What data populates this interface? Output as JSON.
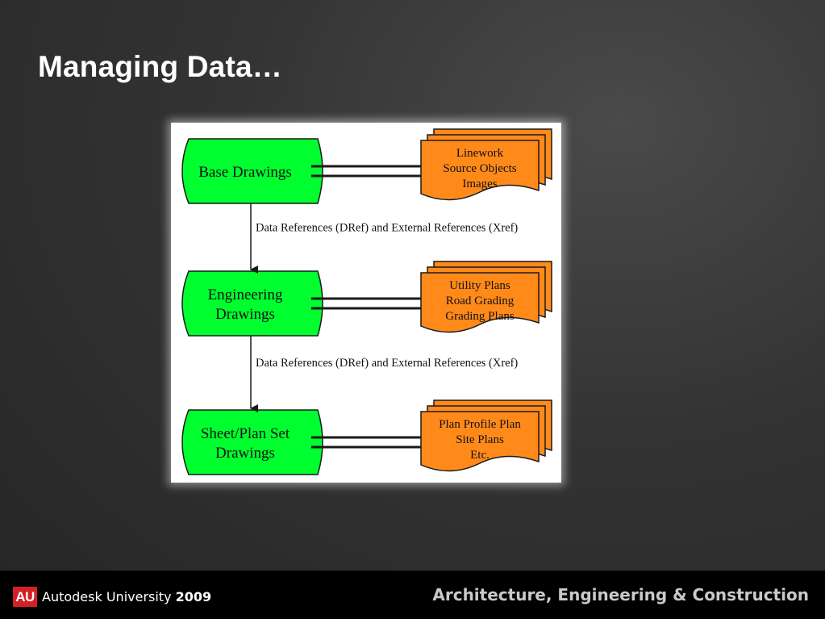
{
  "slide": {
    "title": "Managing Data…"
  },
  "diagram": {
    "stages": [
      {
        "lines": [
          "Base Drawings"
        ],
        "outputs": [
          "Linework",
          "Source Objects",
          "Images"
        ]
      },
      {
        "lines": [
          "Engineering",
          "Drawings"
        ],
        "outputs": [
          "Utility Plans",
          "Road Grading",
          "Grading Plans"
        ]
      },
      {
        "lines": [
          "Sheet/Plan Set",
          "Drawings"
        ],
        "outputs": [
          "Plan Profile Plan",
          "Site Plans",
          "Etc."
        ]
      }
    ],
    "connectors": [
      "Data References (DRef) and External References (Xref)",
      "Data References (DRef) and External References (Xref)"
    ],
    "colors": {
      "stage": "#00ff2e",
      "document": "#ff8a1a",
      "outline": "#1a1a1a"
    }
  },
  "footer": {
    "logo": "AU",
    "name": "Autodesk University",
    "year": "2009",
    "tagline": "Architecture, Engineering & Construction"
  }
}
